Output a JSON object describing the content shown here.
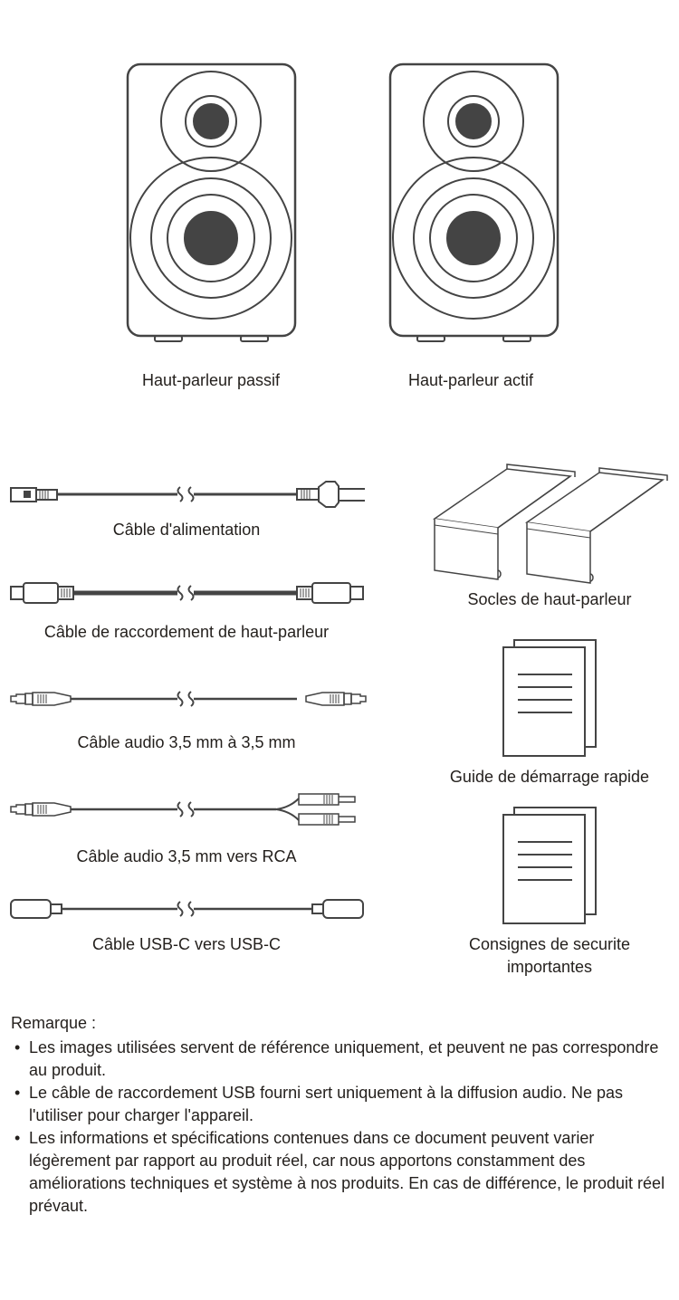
{
  "speakers": {
    "passive_label": "Haut-parleur passif",
    "active_label": "Haut-parleur actif"
  },
  "cables": [
    {
      "label": "Câble d'alimentation"
    },
    {
      "label": "Câble de raccordement de haut-parleur"
    },
    {
      "label": "Câble audio 3,5 mm à 3,5 mm"
    },
    {
      "label": "Câble audio 3,5 mm vers RCA"
    },
    {
      "label": "Câble USB-C vers USB-C"
    }
  ],
  "accessories": {
    "stands_label": "Socles de haut-parleur",
    "quick_guide_label": "Guide de démarrage rapide",
    "safety_label_line1": "Consignes de securite",
    "safety_label_line2": "importantes"
  },
  "note": {
    "title": "Remarque :",
    "items": [
      "Les images utilisées servent de référence uniquement, et peuvent ne pas correspondre au produit.",
      "Le câble de raccordement USB fourni sert uniquement à la diffusion audio. Ne pas l'utiliser pour charger l'appareil.",
      "Les informations et spécifications contenues dans ce document peuvent varier légèrement par rapport au produit réel, car nous apportons constamment des améliorations techniques et système à nos produits. En cas de différence, le produit réel prévaut."
    ]
  }
}
